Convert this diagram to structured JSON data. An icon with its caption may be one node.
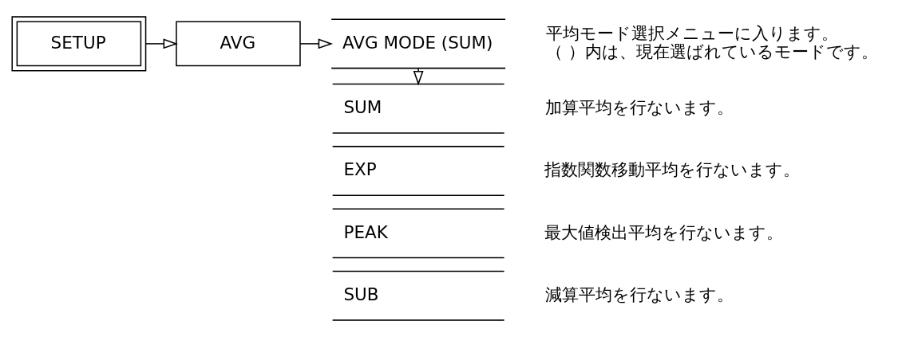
{
  "diagram": {
    "nodes": [
      {
        "text": [
          "SETUP"
        ]
      },
      {
        "text": [
          "AVG"
        ]
      },
      {
        "text": [
          "AVG MODE (SUM)"
        ],
        "beside": [
          "平均モード選択メニューに入ります。",
          "（ ）内は、現在選ばれているモードです。"
        ]
      },
      {
        "text": [
          "SUM"
        ],
        "beside": [
          "加算平均を行ないます。"
        ]
      },
      {
        "text": [
          "EXP"
        ],
        "beside": [
          "指数関数移動平均を行ないます。"
        ]
      },
      {
        "text": [
          "PEAK"
        ],
        "beside": [
          "最大値検出平均を行ないます。"
        ]
      },
      {
        "text": [
          "SUB"
        ],
        "beside": [
          "減算平均を行ないます。"
        ]
      }
    ],
    "edges": [
      {
        "from": 0,
        "to": 1,
        "arrow": "to"
      },
      {
        "from": 1,
        "to": 2,
        "arrow": "to"
      },
      {
        "from": 2,
        "to": 3,
        "arrow": "to"
      }
    ]
  }
}
